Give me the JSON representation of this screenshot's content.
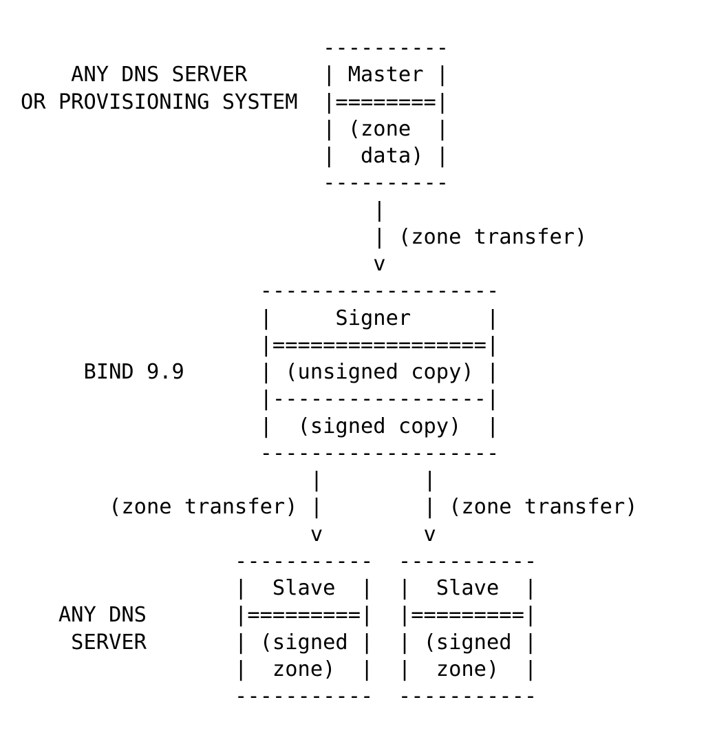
{
  "page": {
    "background_color": "#ffffff",
    "text_color": "#000000"
  },
  "diagram": {
    "type": "ascii-flow",
    "side_labels": [
      {
        "position": "top-left",
        "lines": [
          "ANY DNS SERVER",
          "OR PROVISIONING SYSTEM"
        ],
        "refers_to": "master"
      },
      {
        "position": "middle-left",
        "lines": [
          "BIND 9.9"
        ],
        "refers_to": "signer"
      },
      {
        "position": "bottom-left",
        "lines": [
          "ANY DNS",
          "SERVER"
        ],
        "refers_to": "slaves"
      }
    ],
    "nodes": [
      {
        "id": "master",
        "title": "Master",
        "sublabels": [
          "(zone",
          "data)"
        ]
      },
      {
        "id": "signer",
        "title": "Signer",
        "sublabels": [
          "(unsigned copy)",
          "(signed copy)"
        ]
      },
      {
        "id": "slave-left",
        "title": "Slave",
        "sublabels": [
          "(signed",
          "zone)"
        ]
      },
      {
        "id": "slave-right",
        "title": "Slave",
        "sublabels": [
          "(signed",
          "zone)"
        ]
      }
    ],
    "edges": [
      {
        "from": "master",
        "to": "signer",
        "label": "(zone transfer)",
        "direction": "down"
      },
      {
        "from": "signer",
        "to": "slave-left",
        "label": "(zone transfer)",
        "direction": "down"
      },
      {
        "from": "signer",
        "to": "slave-right",
        "label": "(zone transfer)",
        "direction": "down"
      }
    ],
    "ascii": {
      "master_section": [
        "                        ----------",
        "    ANY DNS SERVER      | Master |",
        "OR PROVISIONING SYSTEM  |========|",
        "                        | (zone  |",
        "                        |  data) |",
        "                        ----------"
      ],
      "edge_master_to_signer": [
        "                            |",
        "                            | (zone transfer)",
        "                            v"
      ],
      "signer_section": [
        "                   -------------------",
        "                   |     Signer      |",
        "                   |=================|",
        "     BIND 9.9      | (unsigned copy) |",
        "                   |-----------------|",
        "                   |  (signed copy)  |",
        "                   -------------------"
      ],
      "edge_signer_to_slaves": [
        "                       |        |",
        "       (zone transfer) |        | (zone transfer)",
        "                       v        v"
      ],
      "slaves_section": [
        "                 -----------  -----------",
        "                 |  Slave  |  |  Slave  |",
        "   ANY DNS       |=========|  |=========|",
        "    SERVER       | (signed |  | (signed |",
        "                 |  zone)  |  |  zone)  |",
        "                 -----------  -----------"
      ]
    }
  }
}
